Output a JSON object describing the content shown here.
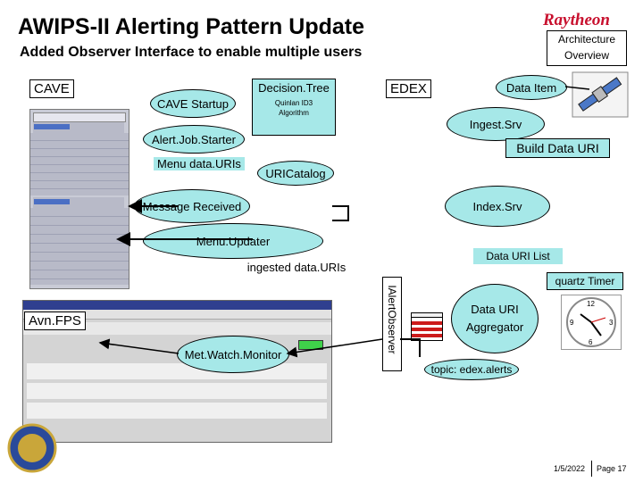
{
  "title": "AWIPS-II  Alerting Pattern Update",
  "subtitle": "Added Observer Interface to enable multiple users",
  "logo": "Raytheon",
  "arch_box": [
    "Architecture",
    "Overview"
  ],
  "boxes": {
    "cave": "CAVE",
    "edex": "EDEX",
    "avnfps": "Avn.FPS",
    "alert_observer": "IAlertObserver"
  },
  "nodes": {
    "cave_startup": "CAVE Startup",
    "decision_tree": "Decision.Tree",
    "quinlan": "Quinlan ID3 Algorithm",
    "alert_job_starter": "Alert.Job.Starter",
    "menu_data_uris": "Menu data.URIs",
    "uri_catalog": "URICatalog",
    "message_received": "Message Received",
    "menu_updater": "Menu.Updater",
    "ingested": "ingested data.URIs",
    "met_watch": "Met.Watch.Monitor",
    "data_item": "Data Item",
    "ingest_srv": "Ingest.Srv",
    "build_uri": "Build Data URI",
    "index_srv": "Index.Srv",
    "data_uri_list": "Data URI List",
    "quartz_timer": "quartz Timer",
    "aggregator": "Data URI Aggregator",
    "topic": "topic: edex.alerts"
  },
  "footer": {
    "date": "1/5/2022",
    "page": "Page 17"
  },
  "icons": [
    "satellite-icon",
    "clock-icon",
    "seal-icon"
  ]
}
